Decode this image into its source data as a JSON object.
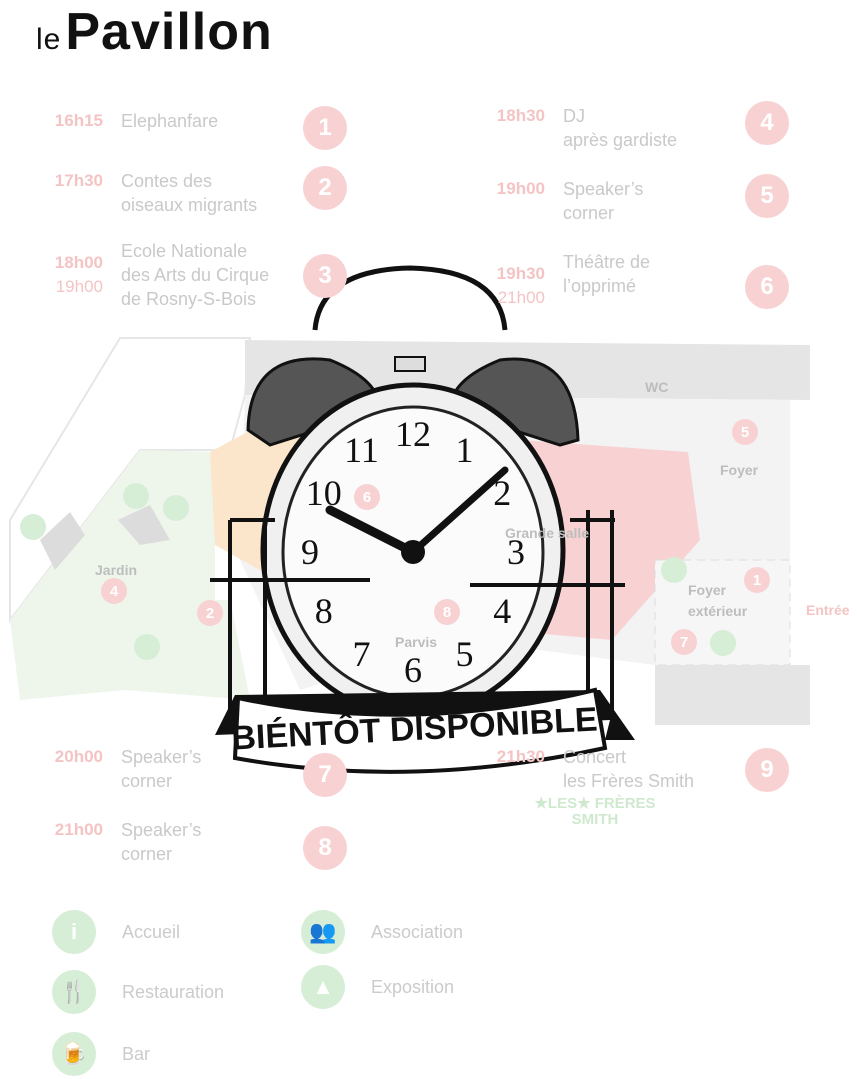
{
  "logo": {
    "prefix": "le",
    "name": "Pavillon"
  },
  "schedule": [
    {
      "times": [
        "16h15"
      ],
      "title": "Elephanfare",
      "number": "1"
    },
    {
      "times": [
        "17h30"
      ],
      "title": "Contes des\noiseaux migrants",
      "number": "2"
    },
    {
      "times": [
        "18h00",
        "19h00"
      ],
      "title": "Ecole Nationale\ndes Arts du Cirque\nde Rosny-S-Bois",
      "number": "3"
    },
    {
      "times": [
        "18h30"
      ],
      "title": "DJ\naprès gardiste",
      "number": "4"
    },
    {
      "times": [
        "19h00"
      ],
      "title": "Speaker’s\ncorner",
      "number": "5"
    },
    {
      "times": [
        "19h30",
        "21h00"
      ],
      "title": "Théâtre de\nl’opprimé",
      "number": "6"
    },
    {
      "times": [
        "20h00"
      ],
      "title": "Speaker’s\ncorner",
      "number": "7"
    },
    {
      "times": [
        "21h30"
      ],
      "title": "Concert\nles Frères Smith",
      "number": "9"
    },
    {
      "times": [
        "21h00"
      ],
      "title": "Speaker’s\ncorner",
      "number": "8"
    }
  ],
  "band_logo": "★LES★ FRÈRES SMITH",
  "map": {
    "labels": {
      "wc": "WC",
      "foyer": "Foyer",
      "foyer_ext_1": "Foyer",
      "foyer_ext_2": "extérieur",
      "entree": "Entrée",
      "jardin": "Jardin",
      "grande_salle": "Grande salle",
      "parvis": "Parvis"
    },
    "markers": {
      "m5": "5",
      "m1": "1",
      "m7": "7",
      "m4": "4",
      "m2": "2",
      "m6": "6",
      "m8": "8"
    }
  },
  "overlay": {
    "banner": "BIÉNTÔT DISPONIBLE",
    "clock_numbers": [
      "12",
      "1",
      "2",
      "3",
      "4",
      "5",
      "6",
      "7",
      "8",
      "9",
      "10",
      "11"
    ]
  },
  "legend": [
    {
      "icon": "info-icon",
      "glyph": "i",
      "label": "Accueil"
    },
    {
      "icon": "restaurant-icon",
      "glyph": "🍴",
      "label": "Restauration"
    },
    {
      "icon": "bar-icon",
      "glyph": "🍺",
      "label": "Bar"
    },
    {
      "icon": "association-icon",
      "glyph": "👥",
      "label": "Association"
    },
    {
      "icon": "exposition-icon",
      "glyph": "▲",
      "label": "Exposition"
    }
  ],
  "colors": {
    "pink": "#f8d2d2",
    "green": "#d6eed6",
    "gray": "#c9c9c9",
    "orange": "#fbe6cc"
  }
}
